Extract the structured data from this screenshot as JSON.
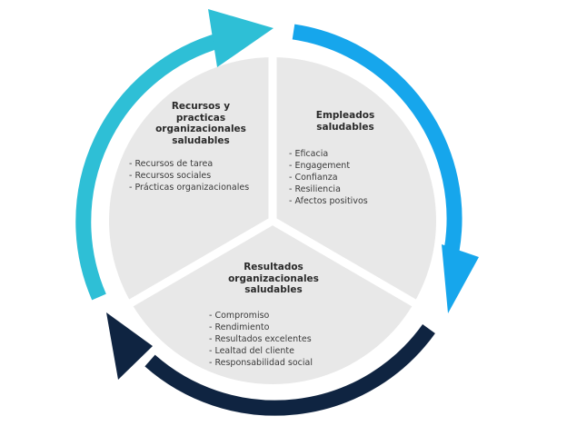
{
  "segments": {
    "recursos": {
      "title_lines": [
        "Recursos y",
        "practicas",
        "organizacionales",
        "saludables"
      ],
      "items": [
        "- Recursos de tarea",
        "- Recursos sociales",
        "- Prácticas organizacionales"
      ]
    },
    "empleados": {
      "title_lines": [
        "Empleados",
        "saludables"
      ],
      "items": [
        "- Eficacia",
        "- Engagement",
        "- Confianza",
        "- Resiliencia",
        "- Afectos positivos"
      ]
    },
    "resultados": {
      "title_lines": [
        "Resultados",
        "organizacionales",
        "saludables"
      ],
      "items": [
        "- Compromiso",
        "- Rendimiento",
        "- Resultados excelentes",
        "- Lealtad del cliente",
        "- Responsabilidad social"
      ]
    }
  },
  "colors": {
    "circle_fill": "#e8e8e8",
    "divider": "#ffffff",
    "arrow_teal": "#2ebfd6",
    "arrow_blue": "#16a6ec",
    "arrow_navy": "#0f2441",
    "text": "#2a2a2a"
  }
}
